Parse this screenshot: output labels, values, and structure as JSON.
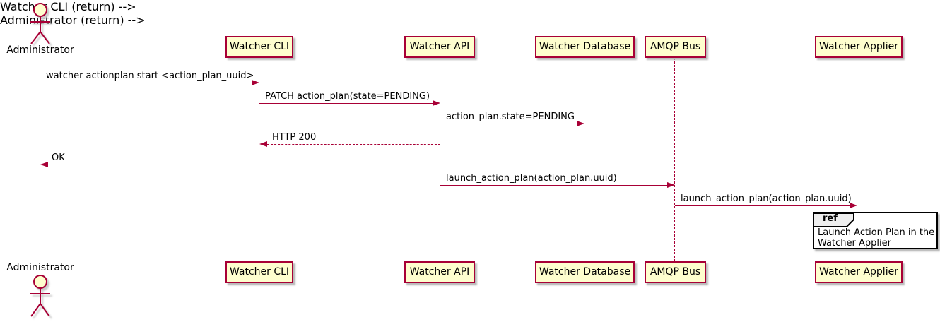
{
  "diagram_type": "sequence",
  "actor": {
    "name": "Administrator"
  },
  "participants": [
    {
      "name": "Watcher CLI"
    },
    {
      "name": "Watcher API"
    },
    {
      "name": "Watcher Database"
    },
    {
      "name": "AMQP Bus"
    },
    {
      "name": "Watcher Applier"
    }
  ],
  "messages": [
    {
      "label": "watcher actionplan start <action_plan_uuid>",
      "from": "Administrator",
      "to": "Watcher CLI",
      "line": "solid"
    },
    {
      "label": "PATCH action_plan(state=PENDING)",
      "from": "Watcher CLI",
      "to": "Watcher API",
      "line": "solid"
    },
    {
      "label": "action_plan.state=PENDING",
      "from": "Watcher API",
      "to": "Watcher Database",
      "line": "solid"
    },
    {
      "label": "HTTP 200",
      "from": "Watcher API",
      "to": "Watcher CLI",
      "line": "dashed"
    },
    {
      "label": "OK",
      "from": "Watcher CLI",
      "to": "Administrator",
      "line": "dashed"
    },
    {
      "label": "launch_action_plan(action_plan.uuid)",
      "from": "Watcher API",
      "to": "AMQP Bus",
      "line": "solid"
    },
    {
      "label": "launch_action_plan(action_plan.uuid)",
      "from": "AMQP Bus",
      "to": "Watcher Applier",
      "line": "solid"
    }
  ],
  "ref": {
    "keyword": "ref",
    "lines": [
      "Launch Action Plan in the",
      "Watcher Applier"
    ]
  },
  "colors": {
    "stroke": "#A80036",
    "participant_fill": "#FEFECE",
    "ref_header_fill": "#EEEEEE",
    "ref_border": "#000000",
    "text_color": "#000000"
  }
}
